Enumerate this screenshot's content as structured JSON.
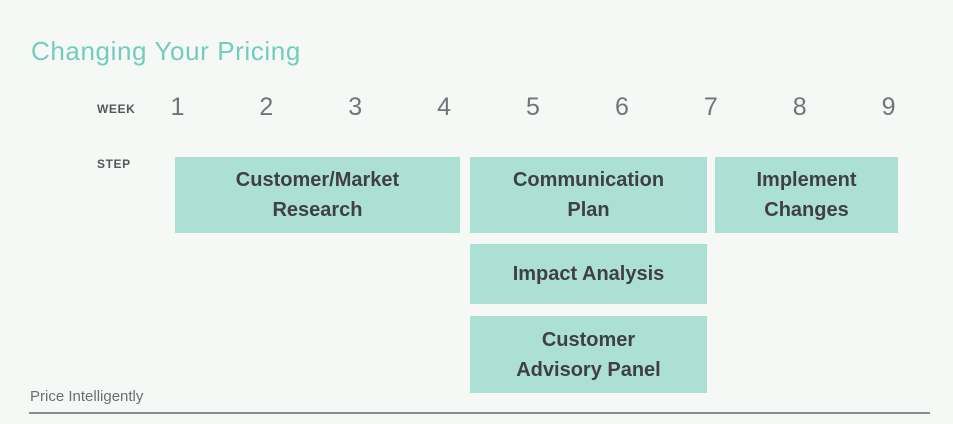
{
  "chart_data": {
    "type": "bar",
    "subtype": "gantt-timeline",
    "title": "Changing Your Pricing",
    "week_axis_label": "WEEK",
    "step_axis_label": "STEP",
    "week_ticks": [
      "1",
      "2",
      "3",
      "4",
      "5",
      "6",
      "7",
      "8",
      "9"
    ],
    "x_range": [
      1,
      9
    ],
    "grid": false,
    "legend": "none",
    "tasks": [
      {
        "label": "Customer/Market Research",
        "display": "Customer/Market\nResearch",
        "start_week": 1,
        "end_week": 4,
        "duration_weeks": 4,
        "row": 1
      },
      {
        "label": "Communication Plan",
        "display": "Communication\nPlan",
        "start_week": 5,
        "end_week": 7,
        "duration_weeks": 3,
        "row": 1
      },
      {
        "label": "Implement Changes",
        "display": "Implement\nChanges",
        "start_week": 8,
        "end_week": 9,
        "duration_weeks": 2,
        "row": 1
      },
      {
        "label": "Impact Analysis",
        "display": "Impact Analysis",
        "start_week": 5,
        "end_week": 7,
        "duration_weeks": 3,
        "row": 2
      },
      {
        "label": "Customer Advisory Panel",
        "display": "Customer\nAdvisory Panel",
        "start_week": 5,
        "end_week": 7,
        "duration_weeks": 3,
        "row": 3
      }
    ],
    "footer": "Price Intelligently",
    "colors": {
      "background": "#f6f8f6",
      "title": "#72ccbf",
      "bar_fill": "#ade0d5",
      "bar_text": "#3f4045",
      "week_numbers": "#73747a",
      "axis_labels": "#56575c",
      "footer_text": "#6c6d71",
      "footer_rule": "#8c8c8e"
    }
  }
}
